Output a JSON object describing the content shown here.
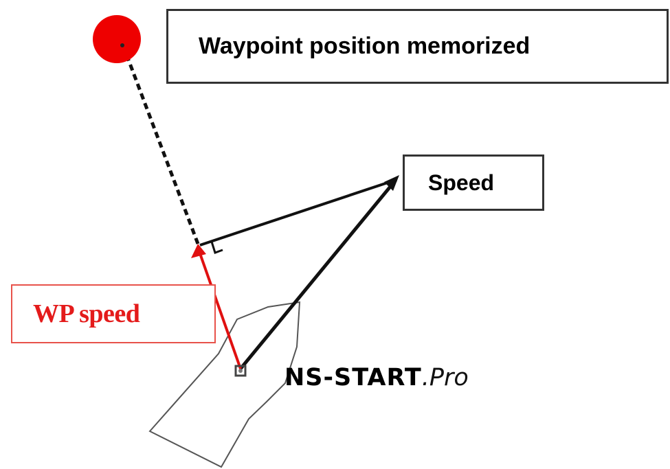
{
  "labels": {
    "waypoint": "Waypoint position memorized",
    "speed": "Speed",
    "wp_speed": "WP speed"
  },
  "brand": {
    "main": "NS-START",
    "suffix": ".Pro"
  },
  "colors": {
    "waypoint_marker": "#ee0000",
    "wp_speed_vector": "#e01010",
    "box_border": "#333333",
    "wp_label": "#e41b1b",
    "boat_outline": "#555555"
  }
}
